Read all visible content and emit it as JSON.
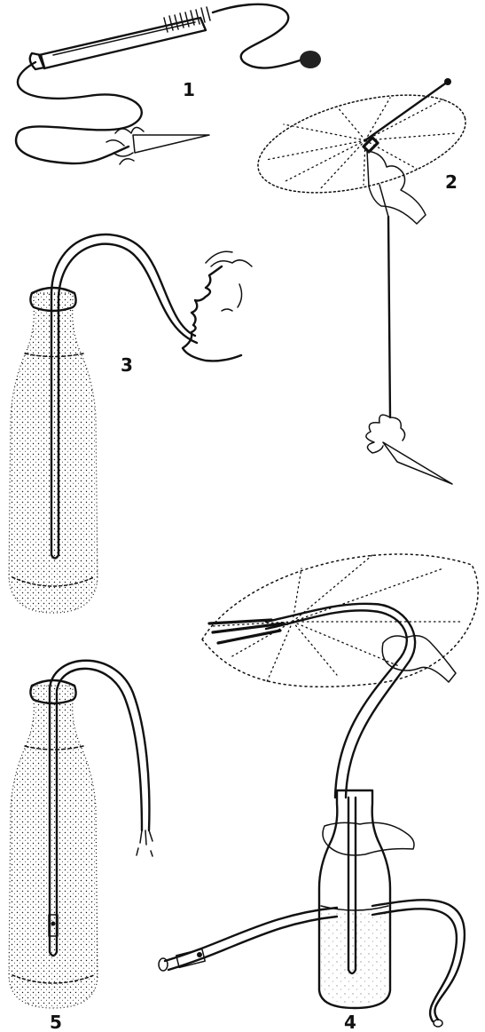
{
  "figure": {
    "panel_labels": [
      "1",
      "2",
      "3",
      "4",
      "5"
    ]
  }
}
